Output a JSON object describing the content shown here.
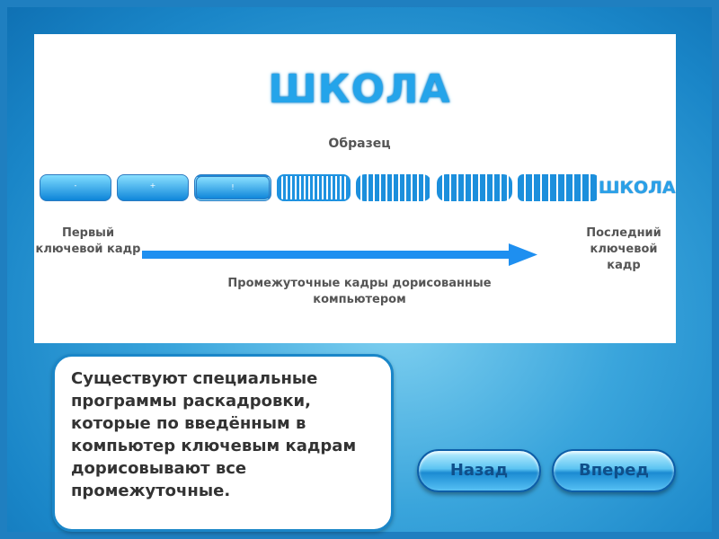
{
  "slide": {
    "title": "ШКОЛА",
    "sample_label": "Образец",
    "final_frame_text": "ШКОЛА",
    "first_keyframe_label": "Первый ключевой кадр",
    "last_keyframe_label": "Последний ключевой кадр",
    "intermediate_label": "Промежуточные кадры дорисованные компьютером",
    "frame_glyphs": [
      "-",
      "+",
      "!"
    ]
  },
  "note": {
    "text": "Существуют специальные программы раскадровки, которые по введённым в компьютер ключевым кадрам дорисовывают все промежуточные."
  },
  "navigation": {
    "back_label": "Назад",
    "forward_label": "Вперед"
  },
  "colors": {
    "accent": "#24a4ea",
    "arrow": "#1e8ff0",
    "text_gray": "#555555",
    "border_blue": "#1a86c8"
  }
}
